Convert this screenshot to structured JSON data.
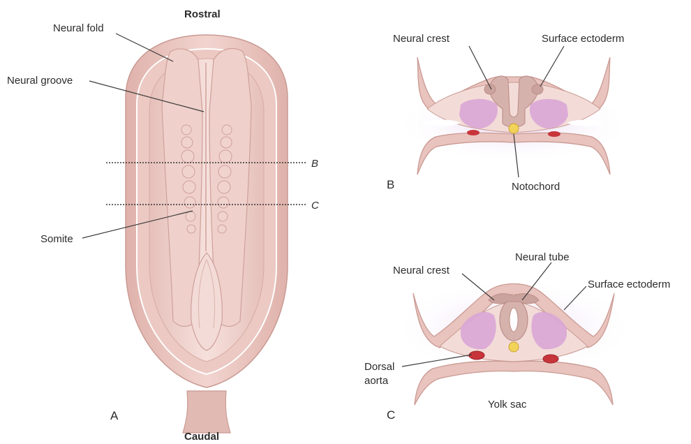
{
  "panel_a": {
    "orientation_top": "Rostral",
    "orientation_bottom": "Caudal",
    "panel_letter": "A",
    "labels": {
      "neural_fold": "Neural fold",
      "neural_groove": "Neural groove",
      "somite": "Somite"
    },
    "section_lines": {
      "b": "B",
      "c": "C"
    }
  },
  "panel_b": {
    "panel_letter": "B",
    "labels": {
      "neural_crest": "Neural crest",
      "surface_ectoderm": "Surface ectoderm",
      "notochord": "Notochord"
    }
  },
  "panel_c": {
    "panel_letter": "C",
    "labels": {
      "neural_crest": "Neural crest",
      "neural_tube": "Neural tube",
      "surface_ectoderm": "Surface ectoderm",
      "dorsal_aorta_line1": "Dorsal",
      "dorsal_aorta_line2": "aorta",
      "yolk_sac": "Yolk sac"
    }
  },
  "colors": {
    "tissue": "#e9c3bd",
    "tissue_outline": "#c99a93",
    "neural": "#d6b2ad",
    "mesoderm_purple": "#d9a6d6",
    "purple_glow": "#ebdcf2",
    "notochord_yellow": "#f2d35a",
    "aorta_red": "#c7353a"
  }
}
